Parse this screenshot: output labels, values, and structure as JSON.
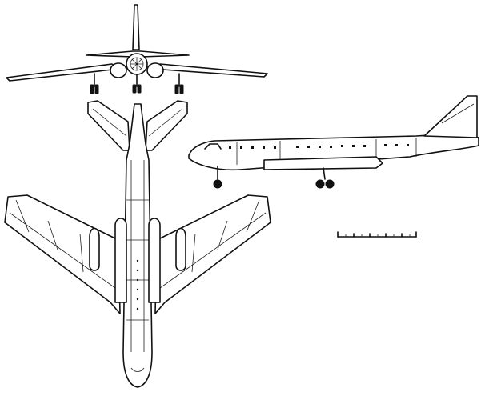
{
  "drawing": {
    "colors": {
      "ink": "#111111",
      "paper": "#ffffff"
    },
    "views": [
      "front-view",
      "top-view",
      "side-view"
    ],
    "scale_bar": {
      "segments": 5
    }
  }
}
